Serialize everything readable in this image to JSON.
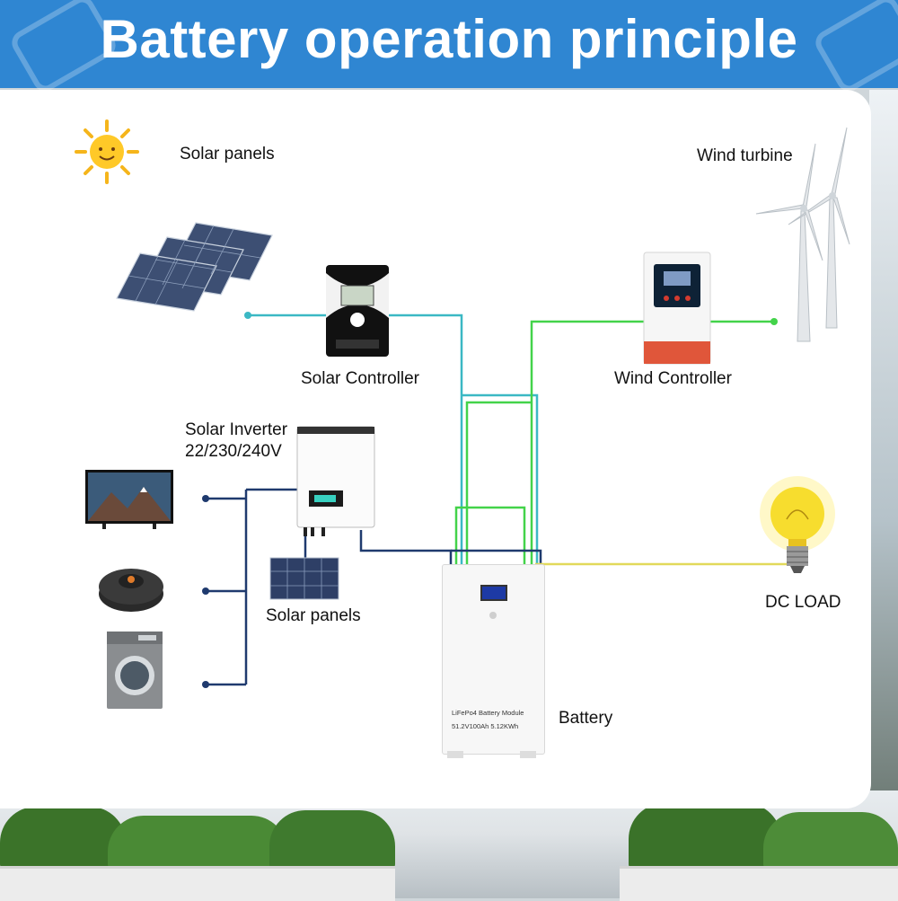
{
  "title": "Battery operation principle",
  "labels": {
    "solar_panels_top": "Solar panels",
    "wind_turbine": "Wind turbine",
    "solar_controller": "Solar Controller",
    "wind_controller": "Wind Controller",
    "solar_inverter_line1": "Solar Inverter",
    "solar_inverter_line2": "22/230/240V",
    "solar_panels_bottom": "Solar panels",
    "dc_load": "DC LOAD",
    "battery": "Battery"
  },
  "battery_module": {
    "line1": "LiFePo4 Battery Module",
    "line2": "51.2V100Ah 5.12KWh"
  },
  "colors": {
    "header": "#2f86d2",
    "wire_teal": "#3bb8c4",
    "wire_green": "#43d34a",
    "wire_navy": "#1f3a6e",
    "wire_yellow": "#e2d95a"
  },
  "icons": [
    "sun-icon",
    "solar-panel-icon",
    "wind-turbine-icon",
    "tv-icon",
    "robot-vacuum-icon",
    "washing-machine-icon",
    "light-bulb-icon"
  ]
}
